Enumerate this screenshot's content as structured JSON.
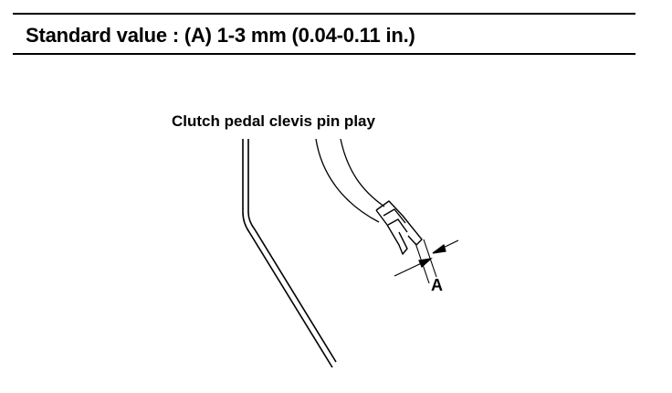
{
  "spec": {
    "text": "Standard value : (A) 1-3 mm (0.04-0.11 in.)"
  },
  "diagram": {
    "caption": "Clutch pedal clevis pin play",
    "dimension_label": "A"
  }
}
